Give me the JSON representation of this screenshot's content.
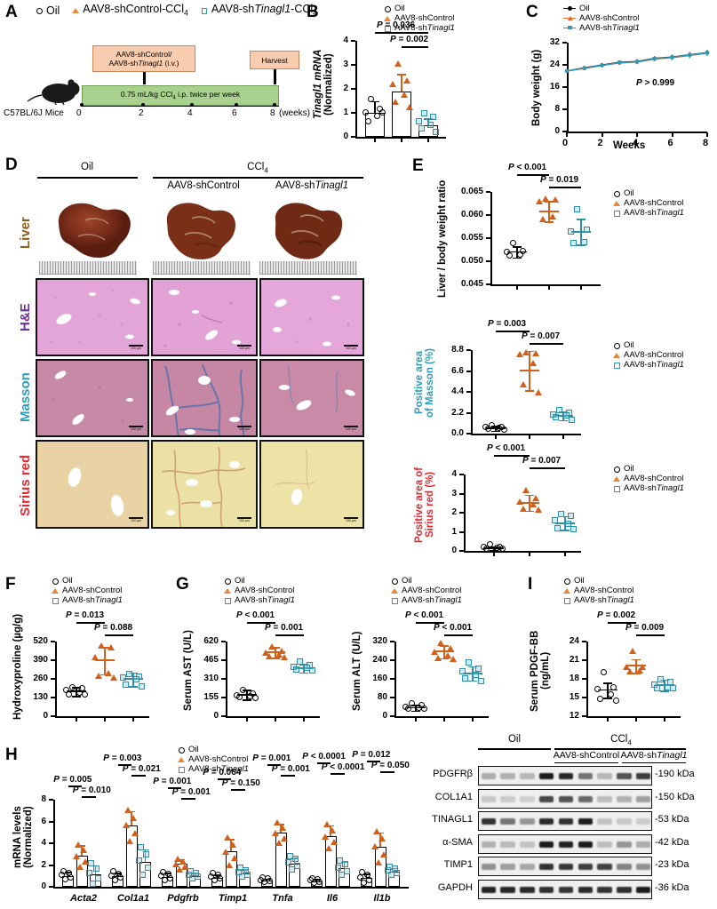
{
  "panels": {
    "A": "A",
    "B": "B",
    "C": "C",
    "D": "D",
    "E": "E",
    "F": "F",
    "G": "G",
    "H": "H",
    "I": "I"
  },
  "groups": {
    "oil": "Oil",
    "shcontrol": "AAV8-shControl",
    "shtinagl1": "AAV8-shTinagl1",
    "shcontrol_ccl4": "AAV8-shControl-CCl4",
    "shtinagl1_ccl4": "AAV8-shTinagl1-CCl4"
  },
  "panelA": {
    "legend": [
      {
        "marker": "open-circle",
        "label": "Oil"
      },
      {
        "marker": "triangle",
        "label": "AAV8-shControl-CCl₄"
      },
      {
        "marker": "square",
        "label": "AAV8-shTinagl1-CCl₄"
      }
    ],
    "injection_box_line1": "AAV8-shControl/",
    "injection_box_line2": "AAV8-shTinagl1 (i.v.)",
    "harvest_box": "Harvest",
    "treatment_bar": "0.75 mL/kg CCl₄ i.p. twice per week",
    "mouse_label": "C57BL/6J Mice",
    "axis_ticks": [
      "0",
      "2",
      "4",
      "6",
      "8"
    ],
    "axis_unit": "(weeks)",
    "box_fill": "#F8CCAE",
    "bar_fill": "#A9D18E"
  },
  "panelB": {
    "legend": [
      "Oil",
      "AAV8-shControl",
      "AAV8-shTinagl1"
    ],
    "chart_data": {
      "type": "bar",
      "title": "",
      "ylabel_line1": "Tinagl1 mRNA",
      "ylabel_line2": "(Normalized)",
      "categories": [
        "Oil",
        "AAV8-shControl",
        "AAV8-shTinagl1"
      ],
      "values": [
        1.0,
        1.9,
        0.47
      ],
      "errors": [
        0.5,
        0.72,
        0.3
      ],
      "points": [
        [
          1.55,
          1.12,
          1.0,
          0.85,
          0.62,
          0.97
        ],
        [
          3.05,
          2.35,
          2.2,
          1.75,
          1.45,
          1.25
        ],
        [
          0.95,
          0.78,
          0.62,
          0.48,
          0.3,
          0.15
        ]
      ],
      "ylim": [
        0,
        4
      ],
      "yticks": [
        0,
        1,
        2,
        3,
        4
      ],
      "ylabel": "Tinagl1 mRNA (Normalized)"
    },
    "pvalues": [
      {
        "text": "P = 0.036",
        "from": 0,
        "to": 2
      },
      {
        "text": "P = 0.002",
        "from": 1,
        "to": 2
      }
    ]
  },
  "panelC": {
    "legend": [
      "Oil",
      "AAV8-shControl",
      "AAV8-shTinagl1"
    ],
    "chart_data": {
      "type": "line",
      "xlabel": "Weeks",
      "ylabel": "Body weight (g)",
      "x": [
        0,
        1,
        2,
        3,
        4,
        5,
        6,
        7,
        8
      ],
      "xticks": [
        0,
        2,
        4,
        6,
        8
      ],
      "yticks": [
        0,
        8,
        16,
        24,
        32
      ],
      "ylim": [
        0,
        32
      ],
      "series": [
        {
          "name": "Oil",
          "color": "#000000",
          "values": [
            21.8,
            22.9,
            23.9,
            24.9,
            25.2,
            26.3,
            26.8,
            27.6,
            28.4
          ]
        },
        {
          "name": "AAV8-shControl",
          "color": "#E8692B",
          "values": [
            21.8,
            22.7,
            23.8,
            24.7,
            25.0,
            26.1,
            26.6,
            27.4,
            28.2
          ]
        },
        {
          "name": "AAV8-shTinagl1",
          "color": "#2D9CB8",
          "values": [
            21.8,
            22.8,
            23.8,
            24.8,
            25.1,
            26.2,
            26.7,
            27.5,
            28.3
          ]
        }
      ],
      "errors": [
        0.5,
        0.6,
        0.7,
        0.7,
        0.8,
        0.8,
        0.9,
        1.0,
        1.0
      ]
    },
    "pvalue": "P > 0.999"
  },
  "panelD": {
    "col_headers": [
      "Oil",
      "CCl₄"
    ],
    "sub_headers": [
      "AAV8-shControl",
      "AAV8-shTinagl1"
    ],
    "row_labels": [
      {
        "label": "Liver",
        "color": "#8B5E1A"
      },
      {
        "label": "H&E",
        "color": "#6E2C96"
      },
      {
        "label": "Masson",
        "color": "#2D9CB8"
      },
      {
        "label": "Sirius red",
        "color": "#E8252B"
      }
    ],
    "scale_bar": "100 µm"
  },
  "panelE": {
    "legend": [
      "Oil",
      "AAV8-shControl",
      "AAV8-shTinagl1"
    ],
    "chart_data": {
      "type": "scatter",
      "ylabel": "Liver / body weight ratio",
      "categories": [
        "Oil",
        "AAV8-shControl",
        "AAV8-shTinagl1"
      ],
      "yticks": [
        "0.045",
        "0.050",
        "0.055",
        "0.060",
        "0.065"
      ],
      "ylim": [
        0.045,
        0.065
      ],
      "means": [
        0.052,
        0.0608,
        0.0564
      ],
      "errors": [
        0.0012,
        0.0022,
        0.0028
      ],
      "points": [
        [
          0.0537,
          0.0521,
          0.0519,
          0.0512,
          0.051
        ],
        [
          0.0636,
          0.0633,
          0.063,
          0.0597,
          0.0592
        ],
        [
          0.061,
          0.0566,
          0.0562,
          0.054,
          0.0538
        ]
      ]
    },
    "pvalues": [
      {
        "text": "P < 0.001",
        "from": 0,
        "to": 1
      },
      {
        "text": "P = 0.019",
        "from": 1,
        "to": 2
      }
    ]
  },
  "panelMasson": {
    "legend": [
      "Oil",
      "AAV8-shControl",
      "AAV8-shTinagl1"
    ],
    "chart_data": {
      "type": "scatter",
      "ylabel_line1": "Positive area",
      "ylabel_line2": "of Masson (%)",
      "ylabel_color": "#2D9CB8",
      "categories": [
        "Oil",
        "AAV8-shControl",
        "AAV8-shTinagl1"
      ],
      "yticks": [
        "0.0",
        "2.2",
        "4.4",
        "6.6",
        "8.8"
      ],
      "ylim": [
        0,
        8.8
      ],
      "means": [
        0.55,
        6.65,
        1.9
      ],
      "errors": [
        0.25,
        2.1,
        0.45
      ],
      "points": [
        [
          0.75,
          0.62,
          0.58,
          0.5,
          0.42,
          0.35
        ],
        [
          8.6,
          8.5,
          8.4,
          7.4,
          5.2,
          4.4
        ],
        [
          2.35,
          2.15,
          1.95,
          1.85,
          1.6,
          1.35
        ]
      ]
    },
    "pvalues": [
      {
        "text": "P = 0.003",
        "from": 0,
        "to": 1
      },
      {
        "text": "P = 0.007",
        "from": 1,
        "to": 2
      }
    ]
  },
  "panelSirius": {
    "legend": [
      "Oil",
      "AAV8-shControl",
      "AAV8-shTinagl1"
    ],
    "chart_data": {
      "type": "scatter",
      "ylabel_line1": "Positive area of",
      "ylabel_line2": "Sirius red (%)",
      "ylabel_color": "#E8252B",
      "categories": [
        "Oil",
        "AAV8-shControl",
        "AAV8-shTinagl1"
      ],
      "yticks": [
        "0",
        "1",
        "2",
        "3",
        "4"
      ],
      "ylim": [
        0,
        4
      ],
      "means": [
        0.13,
        2.53,
        1.46
      ],
      "errors": [
        0.1,
        0.42,
        0.36
      ],
      "points": [
        [
          0.28,
          0.18,
          0.14,
          0.12,
          0.08,
          0.06
        ],
        [
          3.2,
          2.75,
          2.6,
          2.45,
          2.2,
          2.15
        ],
        [
          1.9,
          1.8,
          1.55,
          1.35,
          1.15,
          1.1
        ]
      ]
    },
    "pvalues": [
      {
        "text": "P < 0.001",
        "from": 0,
        "to": 1
      },
      {
        "text": "P = 0.007",
        "from": 1,
        "to": 2
      }
    ]
  },
  "panelF": {
    "legend": [
      "Oil",
      "AAV8-shControl",
      "AAV8-shTinagl1"
    ],
    "chart_data": {
      "type": "scatter",
      "ylabel": "Hydroxyproline (µg/g)",
      "categories": [
        "Oil",
        "AAV8-shControl",
        "AAV8-shTinagl1"
      ],
      "yticks": [
        "0",
        "130",
        "260",
        "390",
        "520"
      ],
      "ylim": [
        0,
        520
      ],
      "means": [
        172,
        388,
        258
      ],
      "errors": [
        30,
        95,
        48
      ],
      "points": [
        [
          197,
          190,
          176,
          160,
          148,
          145
        ],
        [
          492,
          480,
          410,
          300,
          282,
          272
        ],
        [
          288,
          272,
          262,
          250,
          215,
          200
        ]
      ]
    },
    "pvalues": [
      {
        "text": "P = 0.013",
        "from": 0,
        "to": 1
      },
      {
        "text": "P = 0.088",
        "from": 1,
        "to": 2
      }
    ]
  },
  "panelG_AST": {
    "legend": [
      "Oil",
      "AAV8-shControl",
      "AAV8-shTinagl1"
    ],
    "chart_data": {
      "type": "scatter",
      "ylabel": "Serum AST (U/L)",
      "categories": [
        "Oil",
        "AAV8-shControl",
        "AAV8-shTinagl1"
      ],
      "yticks": [
        "0",
        "155",
        "310",
        "465",
        "620"
      ],
      "ylim": [
        0,
        620
      ],
      "means": [
        180,
        530,
        400
      ],
      "errors": [
        40,
        45,
        35
      ],
      "points": [
        [
          213,
          182,
          168,
          158,
          150,
          145
        ],
        [
          580,
          540,
          525,
          512,
          500,
          490
        ],
        [
          450,
          420,
          405,
          395,
          380,
          370
        ]
      ]
    },
    "pvalues": [
      {
        "text": "P < 0.001",
        "from": 0,
        "to": 1
      },
      {
        "text": "P = 0.001",
        "from": 1,
        "to": 2
      }
    ]
  },
  "panelG_ALT": {
    "legend": [
      "Oil",
      "AAV8-shControl",
      "AAV8-shTinagl1"
    ],
    "chart_data": {
      "type": "scatter",
      "ylabel": "Serum ALT (U/L)",
      "categories": [
        "Oil",
        "AAV8-shControl",
        "AAV8-shTinagl1"
      ],
      "yticks": [
        "0",
        "80",
        "160",
        "240",
        "320"
      ],
      "ylim": [
        0,
        320
      ],
      "means": [
        36,
        277,
        184
      ],
      "errors": [
        12,
        28,
        30
      ],
      "points": [
        [
          50,
          42,
          38,
          34,
          30,
          28
        ],
        [
          313,
          290,
          275,
          262,
          250,
          245
        ],
        [
          225,
          200,
          188,
          175,
          160,
          148
        ]
      ]
    },
    "pvalues": [
      {
        "text": "P < 0.001",
        "from": 0,
        "to": 1
      },
      {
        "text": "P < 0.001",
        "from": 1,
        "to": 2
      }
    ]
  },
  "panelI": {
    "legend": [
      "Oil",
      "AAV8-shControl",
      "AAV8-shTinagl1"
    ],
    "chart_data": {
      "type": "scatter",
      "ylabel_line1": "Serum PDGF-BB",
      "ylabel_line2": "(ng/mL)",
      "categories": [
        "Oil",
        "AAV8-shControl",
        "AAV8-shTinagl1"
      ],
      "yticks": [
        "12",
        "15",
        "18",
        "21",
        "24"
      ],
      "ylim": [
        12,
        24
      ],
      "means": [
        16.2,
        20.1,
        17.0
      ],
      "errors": [
        1.2,
        1.1,
        0.9
      ],
      "points": [
        [
          19.0,
          16.5,
          16.2,
          15.3,
          14.6,
          14.4
        ],
        [
          22.5,
          20.0,
          19.9,
          19.3,
          19.2
        ],
        [
          17.8,
          17.4,
          17.0,
          16.5,
          16.4,
          16.3
        ]
      ]
    },
    "pvalues": [
      {
        "text": "P = 0.002",
        "from": 0,
        "to": 1
      },
      {
        "text": "P = 0.009",
        "from": 1,
        "to": 2
      }
    ]
  },
  "panelH": {
    "legend": [
      "Oil",
      "AAV8-shControl",
      "AAV8-shTinagl1"
    ],
    "chart_data": {
      "type": "bar",
      "ylabel_line1": "mRNA levels",
      "ylabel_line2": "(Normalized)",
      "ylim": [
        0,
        8
      ],
      "yticks": [
        0,
        2,
        4,
        6,
        8
      ],
      "categories": [
        "Acta2",
        "Col1a1",
        "Pdgfrb",
        "Timp1",
        "Tnfa",
        "Il6",
        "Il1b"
      ],
      "series": [
        {
          "name": "Oil",
          "values": [
            1.0,
            0.95,
            0.92,
            0.82,
            0.55,
            0.5,
            0.78
          ]
        },
        {
          "name": "AAV8-shControl",
          "values": [
            2.85,
            5.65,
            2.1,
            3.25,
            4.95,
            4.65,
            3.7
          ]
        },
        {
          "name": "AAV8-shTinagl1",
          "values": [
            1.15,
            2.3,
            1.0,
            1.25,
            2.15,
            1.7,
            1.4
          ]
        }
      ],
      "errors": [
        [
          0.35,
          0.35,
          0.35,
          0.3,
          0.2,
          0.2,
          0.45
        ],
        [
          0.95,
          1.3,
          0.45,
          1.15,
          0.85,
          1.0,
          1.3
        ],
        [
          0.85,
          1.15,
          0.3,
          0.35,
          0.55,
          0.6,
          0.35
        ]
      ],
      "pvalues": [
        {
          "gene": "Acta2",
          "p1": "P = 0.005",
          "p2": "P = 0.010"
        },
        {
          "gene": "Col1a1",
          "p1": "P = 0.003",
          "p2": "P = 0.021"
        },
        {
          "gene": "Pdgfrb",
          "p1": "P = 0.001",
          "p2": "P = 0.001"
        },
        {
          "gene": "Timp1",
          "p1": "P = 0.064",
          "p2": "P = 0.150"
        },
        {
          "gene": "Tnfa",
          "p1": "P = 0.001",
          "p2": "P = 0.001"
        },
        {
          "gene": "Il6",
          "p1": "P < 0.0001",
          "p2": "P < 0.0001"
        },
        {
          "gene": "Il1b",
          "p1": "P = 0.012",
          "p2": "P = 0.050"
        }
      ]
    }
  },
  "blot": {
    "col_headers": [
      "Oil",
      "CCl₄"
    ],
    "sub_headers": [
      "AAV8-shControl",
      "AAV8-shTinagl1"
    ],
    "rows": [
      {
        "protein": "PDGFRβ",
        "mw": "-190 kDa"
      },
      {
        "protein": "COL1A1",
        "mw": "-150 kDa"
      },
      {
        "protein": "TINAGL1",
        "mw": "-53 kDa"
      },
      {
        "protein": "α-SMA",
        "mw": "-42 kDa"
      },
      {
        "protein": "TIMP1",
        "mw": "-23 kDa"
      },
      {
        "protein": "GAPDH",
        "mw": "-36 kDa"
      }
    ]
  },
  "colors": {
    "orange": "#D2601A",
    "teal": "#2D8FA8",
    "black": "#000000",
    "masson_label": "#2D9CB8",
    "sirius_label": "#E8252B",
    "liver_label": "#8B5E1A",
    "he_label": "#6E2C96"
  }
}
